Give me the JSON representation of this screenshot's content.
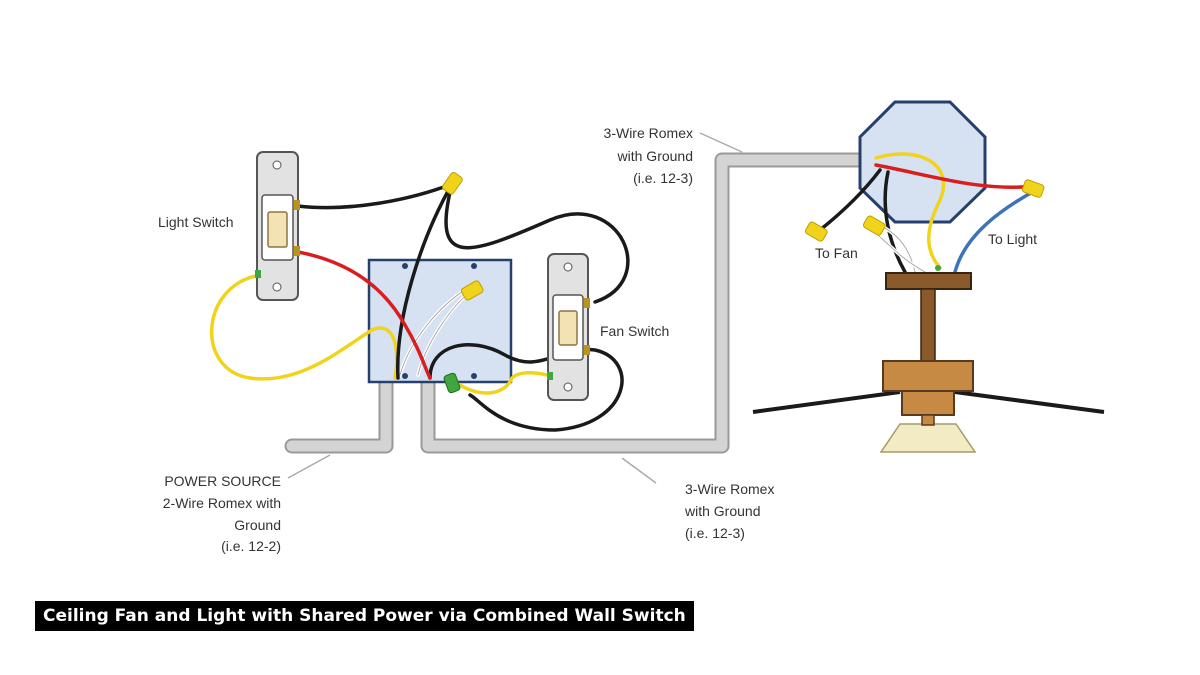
{
  "labels": {
    "light_switch": "Light Switch",
    "fan_switch": "Fan Switch",
    "romex_top_1": "3-Wire Romex",
    "romex_top_2": "with Ground",
    "romex_top_3": "(i.e. 12-3)",
    "romex_bottom_1": "3-Wire Romex",
    "romex_bottom_2": "with Ground",
    "romex_bottom_3": "(i.e. 12-3)",
    "power_1": "POWER SOURCE",
    "power_2": "2-Wire Romex with",
    "power_3": "Ground",
    "power_4": "(i.e. 12-2)",
    "to_fan": "To Fan",
    "to_light": "To Light"
  },
  "caption": "Ceiling Fan and Light with Shared Power via Combined Wall Switch",
  "colors": {
    "hot": "#d81e1e",
    "neutral_black": "#1a1a1a",
    "ground": "#f2d31b",
    "light_wire": "#3d74b8",
    "romex": "#cfcfcf",
    "box": "#d6e2f1",
    "box_border": "#27406b",
    "fan_wood": "#8b5a2b",
    "globe": "#f3ebc4"
  }
}
